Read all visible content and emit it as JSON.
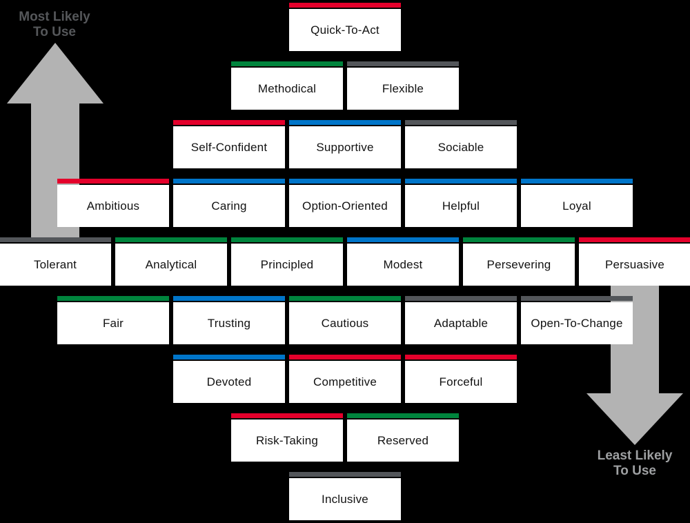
{
  "colors": {
    "red": "#e4002b",
    "green": "#00843d",
    "blue": "#0075c9",
    "gray": "#53565a"
  },
  "arrows": {
    "fill": "#b3b3b3",
    "most_likely": {
      "line1": "Most Likely",
      "line2": "To Use",
      "text_color": "#55575a"
    },
    "least_likely": {
      "line1": "Least Likely",
      "line2": "To Use",
      "text_color": "#9ea0a2"
    }
  },
  "diamond": {
    "rows": [
      {
        "cards": [
          {
            "label": "Quick-To-Act",
            "color": "red"
          }
        ]
      },
      {
        "cards": [
          {
            "label": "Methodical",
            "color": "green"
          },
          {
            "label": "Flexible",
            "color": "gray"
          }
        ]
      },
      {
        "cards": [
          {
            "label": "Self-Confident",
            "color": "red"
          },
          {
            "label": "Supportive",
            "color": "blue"
          },
          {
            "label": "Sociable",
            "color": "gray"
          }
        ]
      },
      {
        "cards": [
          {
            "label": "Ambitious",
            "color": "red"
          },
          {
            "label": "Caring",
            "color": "blue"
          },
          {
            "label": "Option-Oriented",
            "color": "blue"
          },
          {
            "label": "Helpful",
            "color": "blue"
          },
          {
            "label": "Loyal",
            "color": "blue"
          }
        ]
      },
      {
        "cards": [
          {
            "label": "Tolerant",
            "color": "gray"
          },
          {
            "label": "Analytical",
            "color": "green"
          },
          {
            "label": "Principled",
            "color": "green"
          },
          {
            "label": "Modest",
            "color": "blue"
          },
          {
            "label": "Persevering",
            "color": "green"
          },
          {
            "label": "Persuasive",
            "color": "red"
          }
        ]
      },
      {
        "cards": [
          {
            "label": "Fair",
            "color": "green"
          },
          {
            "label": "Trusting",
            "color": "blue"
          },
          {
            "label": "Cautious",
            "color": "green"
          },
          {
            "label": "Adaptable",
            "color": "gray"
          },
          {
            "label": "Open-To-Change",
            "color": "gray"
          }
        ]
      },
      {
        "cards": [
          {
            "label": "Devoted",
            "color": "blue"
          },
          {
            "label": "Competitive",
            "color": "red"
          },
          {
            "label": "Forceful",
            "color": "red"
          }
        ]
      },
      {
        "cards": [
          {
            "label": "Risk-Taking",
            "color": "red"
          },
          {
            "label": "Reserved",
            "color": "green"
          }
        ]
      },
      {
        "cards": [
          {
            "label": "Inclusive",
            "color": "gray"
          }
        ]
      }
    ]
  }
}
